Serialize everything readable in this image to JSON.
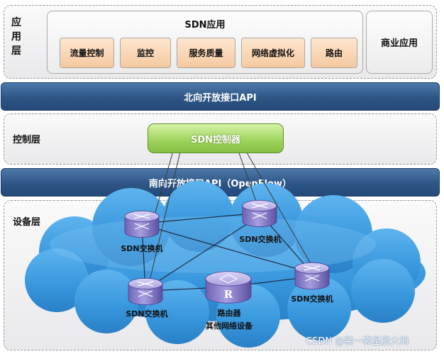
{
  "app_layer": {
    "label": "应用层",
    "sdn_apps": {
      "title": "SDN应用",
      "items": [
        "流量控制",
        "监控",
        "服务质量",
        "网络虚拟化",
        "路由"
      ]
    },
    "business_app": "商业应用"
  },
  "northbound": "北向开放接口API",
  "control_layer": {
    "label": "控制层",
    "controller": "SDN控制器"
  },
  "southbound": "南向开放接口API（OpenFlow）",
  "device_layer": {
    "label": "设备层",
    "switches": [
      "SDN交换机",
      "SDN交换机",
      "SDN交换机",
      "SDN交换机"
    ],
    "router": "路由器",
    "router_sub": "其他网络设备",
    "router_glyph": "R"
  },
  "watermark": "CSDN @装一袋星辰大海",
  "colors": {
    "band_blue": "#2d5685",
    "controller_green": "#9dd25a",
    "app_item_orange": "#f6c9a0",
    "cloud_blue": "#3b9ee0",
    "device_purple": "#8a7fc9"
  }
}
